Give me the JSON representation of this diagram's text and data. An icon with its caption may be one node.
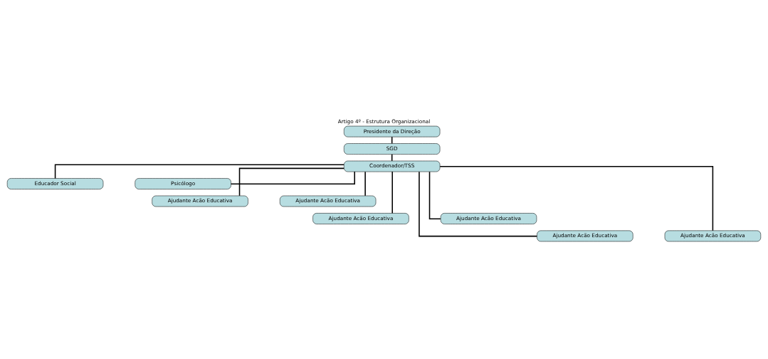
{
  "diagram": {
    "title": "Artigo 4º - Estrutura Organizacional",
    "nodes": [
      {
        "text": [
          "Presidente da Direção"
        ]
      },
      {
        "text": [
          "SGD"
        ]
      },
      {
        "text": [
          "Coordenador/TSS"
        ]
      },
      {
        "text": [
          "Educador Social"
        ]
      },
      {
        "text": [
          "Psicólogo"
        ]
      },
      {
        "text": [
          "Ajudante Acão Educativa"
        ]
      },
      {
        "text": [
          "Ajudante Acão Educativa"
        ]
      },
      {
        "text": [
          "Ajudante Acão Educativa"
        ]
      },
      {
        "text": [
          "Ajudante Acão Educativa"
        ]
      },
      {
        "text": [
          "Ajudante Acão Educativa"
        ]
      },
      {
        "text": [
          "Ajudante Acão Educativa"
        ]
      }
    ],
    "edges": [
      {
        "from": 0,
        "to": 1,
        "arrow": "none"
      },
      {
        "from": 1,
        "to": 2,
        "arrow": "none"
      },
      {
        "from": 2,
        "to": 3,
        "arrow": "none"
      },
      {
        "from": 2,
        "to": 4,
        "arrow": "none"
      },
      {
        "from": 2,
        "to": 5,
        "arrow": "none"
      },
      {
        "from": 2,
        "to": 6,
        "arrow": "none"
      },
      {
        "from": 2,
        "to": 7,
        "arrow": "none"
      },
      {
        "from": 2,
        "to": 8,
        "arrow": "none"
      },
      {
        "from": 2,
        "to": 9,
        "arrow": "none"
      },
      {
        "from": 2,
        "to": 10,
        "arrow": "none"
      }
    ]
  }
}
